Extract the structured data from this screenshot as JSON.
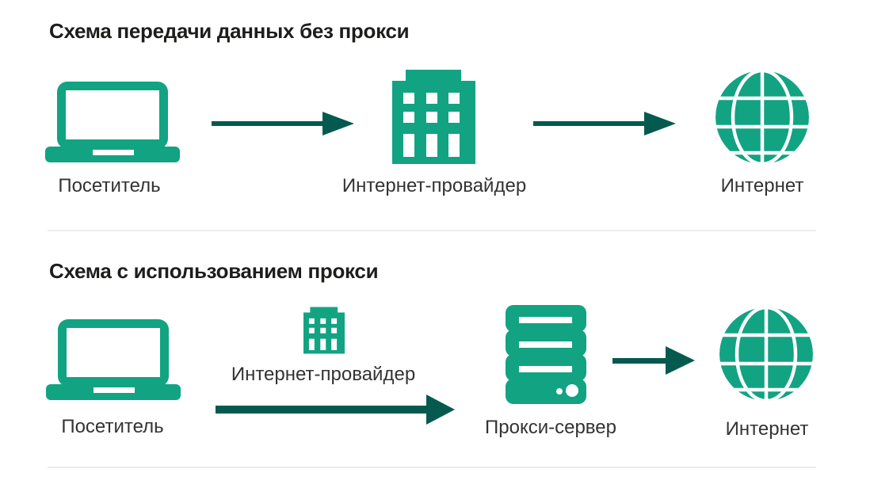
{
  "colors": {
    "icon_green": "#12a382",
    "arrow_teal": "#055a50",
    "title_black": "#1d1d1b",
    "label_gray": "#333333",
    "divider_gray": "#ececec"
  },
  "diagram_top": {
    "title": "Схема передачи данных без прокси",
    "nodes": [
      {
        "icon": "laptop-icon",
        "label": "Посетитель"
      },
      {
        "icon": "building-icon",
        "label": "Интернет-провайдер"
      },
      {
        "icon": "globe-icon",
        "label": "Интернет"
      }
    ],
    "connections": [
      {
        "from": "Посетитель",
        "to": "Интернет-провайдер"
      },
      {
        "from": "Интернет-провайдер",
        "to": "Интернет"
      }
    ]
  },
  "diagram_bottom": {
    "title": "Схема с использованием прокси",
    "nodes": [
      {
        "icon": "laptop-icon",
        "label": "Посетитель"
      },
      {
        "icon": "building-icon",
        "label": "Интернет-провайдер"
      },
      {
        "icon": "server-icon",
        "label": "Прокси-сервер"
      },
      {
        "icon": "globe-icon",
        "label": "Интернет"
      }
    ],
    "connections": [
      {
        "from": "Посетитель",
        "to": "Прокси-сервер"
      },
      {
        "from": "Прокси-сервер",
        "to": "Интернет"
      }
    ]
  }
}
